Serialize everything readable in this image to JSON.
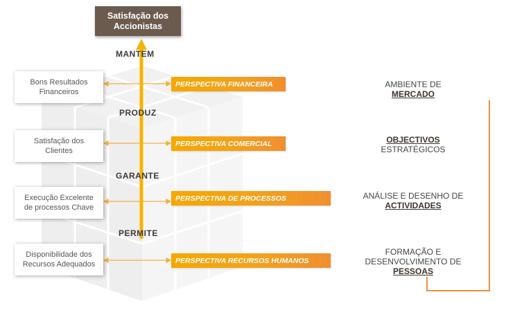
{
  "top": {
    "line1": "Satisfação dos",
    "line2": "Accionistas"
  },
  "verbs": [
    "MANTEM",
    "PRODUZ",
    "GARANTE",
    "PERMITE"
  ],
  "left_boxes": [
    {
      "line1": "Bons Resultados",
      "line2": "Financeiros"
    },
    {
      "line1": "Satisfação dos",
      "line2": "Clientes"
    },
    {
      "line1": "Execução Excelente",
      "line2": "de processos Chave"
    },
    {
      "line1": "Disponibilidade dos",
      "line2": "Recursos Adequados"
    }
  ],
  "perspectives": [
    "PERSPECTIVA FINANCEIRA",
    "PERSPECTIVA COMERCIAL",
    "PERSPECTIVA DE PROCESSOS",
    "PERSPECTIVA RECURSOS HUMANOS"
  ],
  "right_labels": [
    {
      "normal_top": "AMBIENTE DE",
      "bold": "MERCADO"
    },
    {
      "bold": "OBJECTIVOS",
      "normal_bottom": "ESTRATÉGICOS"
    },
    {
      "normal_top": "ANÁLISE E DESENHO DE",
      "bold": "ACTIVIDADES"
    },
    {
      "normal_top": "FORMAÇÃO E",
      "normal_mid": "DESENVOLVIMENTO DE",
      "bold": "PESSOAS"
    }
  ],
  "colors": {
    "accent_orange": "#f3a11c",
    "arrow_yellow": "#f5b400",
    "top_box": "#6b5a4e",
    "bracket": "#e8913a"
  }
}
